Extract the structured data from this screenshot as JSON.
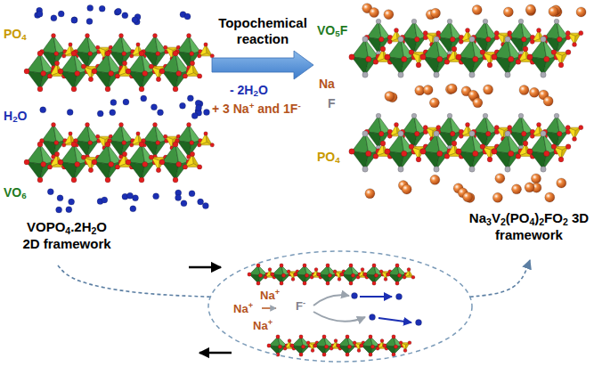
{
  "diagram": {
    "nodes": [
      {
        "text": [
          "PO4",
          "H2O",
          "VO6",
          "VOPO4.2H2O 2D framework"
        ]
      },
      {
        "text": [
          "VO5F",
          "Na",
          "F",
          "PO4",
          "Na3V2(PO4)2FO2 3D framework"
        ]
      },
      {
        "text": [
          "Na+",
          "Na+",
          "Na+",
          "F-"
        ]
      }
    ],
    "edges": [
      {
        "from": 0,
        "to": 1,
        "arrow": "to",
        "label": "Topochemical reaction"
      },
      {
        "from": 2,
        "to": 0,
        "arrow": "none"
      },
      {
        "from": 2,
        "to": 1,
        "arrow": "to"
      }
    ],
    "labels": [
      "- 2H2O",
      "+ 3 Na+ and 1F-"
    ]
  }
}
